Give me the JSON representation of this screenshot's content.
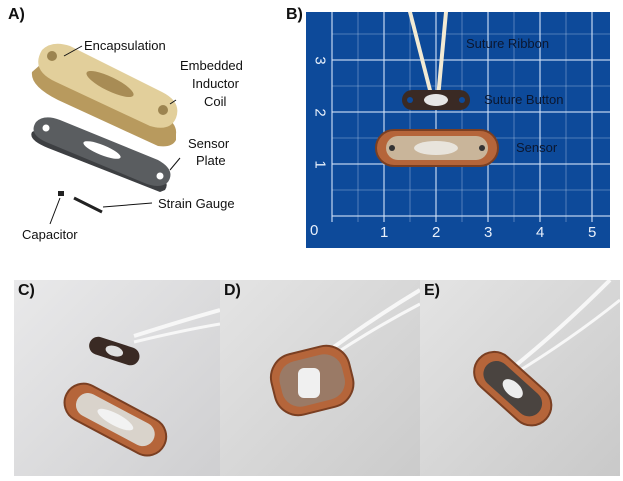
{
  "panels": {
    "a": {
      "letter": "A)",
      "labels": {
        "encapsulation": "Encapsulation",
        "inductor_1": "Embedded",
        "inductor_2": "Inductor",
        "inductor_3": "Coil",
        "sensor_1": "Sensor",
        "sensor_2": "Plate",
        "strain": "Strain Gauge",
        "capacitor": "Capacitor"
      }
    },
    "b": {
      "letter": "B)",
      "labels": {
        "ribbon": "Suture Ribbon",
        "button": "Suture Button",
        "sensor": "Sensor"
      },
      "ruler_x": [
        "0",
        "1",
        "2",
        "3",
        "4",
        "5"
      ],
      "ruler_y": [
        "3",
        "2",
        "1"
      ]
    },
    "c": {
      "letter": "C)"
    },
    "d": {
      "letter": "D)"
    },
    "e": {
      "letter": "E)"
    }
  },
  "colors": {
    "encapsulation": "#e2cf9b",
    "plate": "#5a5d60",
    "mat": "#0d4a9a",
    "copper": "#b5653a"
  }
}
